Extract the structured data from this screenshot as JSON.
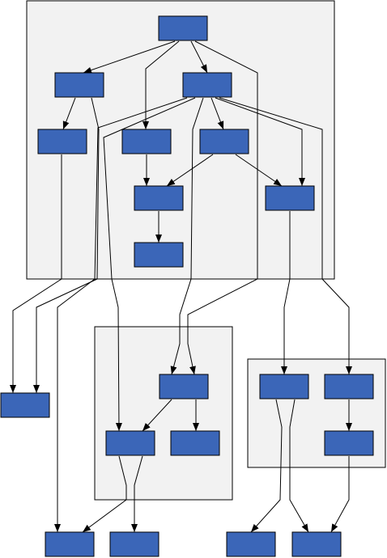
{
  "diagram": {
    "type": "directed-graph",
    "node_fill": "#3b66b8",
    "node_stroke": "#000000",
    "cluster_fill": "#f2f2f2",
    "edge_color": "#000000",
    "clusters": [
      {
        "id": "cluster-top",
        "label": ""
      },
      {
        "id": "cluster-bottom-left",
        "label": ""
      },
      {
        "id": "cluster-bottom-right",
        "label": ""
      }
    ],
    "nodes": [
      {
        "id": "n1",
        "label": "",
        "cluster": "cluster-top"
      },
      {
        "id": "n2",
        "label": "",
        "cluster": "cluster-top"
      },
      {
        "id": "n3",
        "label": "",
        "cluster": "cluster-top"
      },
      {
        "id": "n4",
        "label": "",
        "cluster": "cluster-top"
      },
      {
        "id": "n5",
        "label": "",
        "cluster": "cluster-top"
      },
      {
        "id": "n6",
        "label": "",
        "cluster": "cluster-top"
      },
      {
        "id": "n7",
        "label": "",
        "cluster": "cluster-top"
      },
      {
        "id": "n8",
        "label": "",
        "cluster": "cluster-top"
      },
      {
        "id": "n9",
        "label": "",
        "cluster": "cluster-top"
      },
      {
        "id": "n10",
        "label": "",
        "cluster": "cluster-bottom-left"
      },
      {
        "id": "n11",
        "label": "",
        "cluster": "cluster-bottom-left"
      },
      {
        "id": "n12",
        "label": "",
        "cluster": "cluster-bottom-left"
      },
      {
        "id": "n13",
        "label": "",
        "cluster": "cluster-bottom-right"
      },
      {
        "id": "n14",
        "label": "",
        "cluster": "cluster-bottom-right"
      },
      {
        "id": "n15",
        "label": "",
        "cluster": "cluster-bottom-right"
      },
      {
        "id": "n16",
        "label": "",
        "cluster": ""
      },
      {
        "id": "n17",
        "label": "",
        "cluster": ""
      },
      {
        "id": "n18",
        "label": "",
        "cluster": ""
      },
      {
        "id": "n19",
        "label": "",
        "cluster": ""
      },
      {
        "id": "n20",
        "label": "",
        "cluster": ""
      }
    ],
    "edges": [
      {
        "from": "n1",
        "to": "n2"
      },
      {
        "from": "n1",
        "to": "n3"
      },
      {
        "from": "n1",
        "to": "n5"
      },
      {
        "from": "n1",
        "to": "n10"
      },
      {
        "from": "n2",
        "to": "n4"
      },
      {
        "from": "n2",
        "to": "n16"
      },
      {
        "from": "n3",
        "to": "n6"
      },
      {
        "from": "n3",
        "to": "n7"
      },
      {
        "from": "n3",
        "to": "n8"
      },
      {
        "from": "n3",
        "to": "n10"
      },
      {
        "from": "n3",
        "to": "n11"
      },
      {
        "from": "n3",
        "to": "n14"
      },
      {
        "from": "n3",
        "to": "n17"
      },
      {
        "from": "n4",
        "to": "n16"
      },
      {
        "from": "n5",
        "to": "n7"
      },
      {
        "from": "n6",
        "to": "n7"
      },
      {
        "from": "n6",
        "to": "n8"
      },
      {
        "from": "n7",
        "to": "n9"
      },
      {
        "from": "n8",
        "to": "n13"
      },
      {
        "from": "n10",
        "to": "n11"
      },
      {
        "from": "n10",
        "to": "n12"
      },
      {
        "from": "n11",
        "to": "n17"
      },
      {
        "from": "n11",
        "to": "n18"
      },
      {
        "from": "n13",
        "to": "n19"
      },
      {
        "from": "n13",
        "to": "n20"
      },
      {
        "from": "n14",
        "to": "n15"
      },
      {
        "from": "n15",
        "to": "n20"
      }
    ]
  }
}
